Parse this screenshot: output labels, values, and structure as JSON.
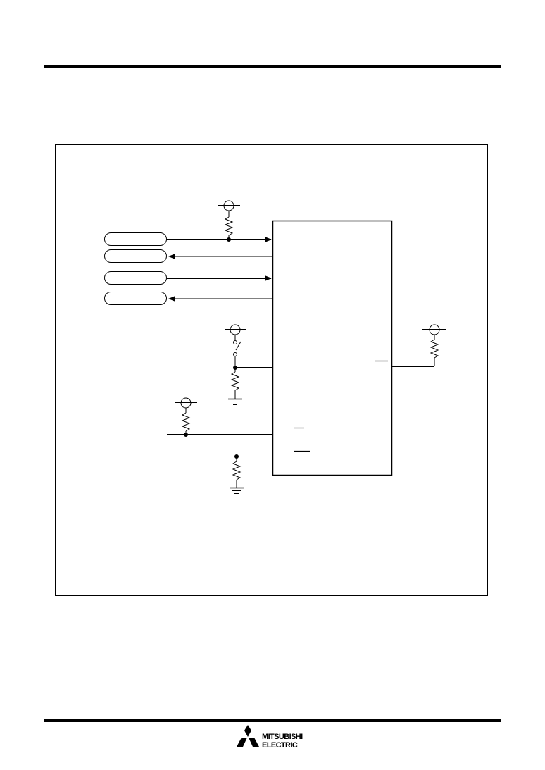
{
  "document": {
    "brand": {
      "name": "MITSUBISHI ELECTRIC",
      "line1": "MITSUBISHI",
      "line2": "ELECTRIC"
    }
  },
  "diagram": {
    "signal_terminals": [
      "",
      "",
      "",
      ""
    ],
    "labels": []
  },
  "colors": {
    "ink": "#000000",
    "paper": "#ffffff"
  }
}
